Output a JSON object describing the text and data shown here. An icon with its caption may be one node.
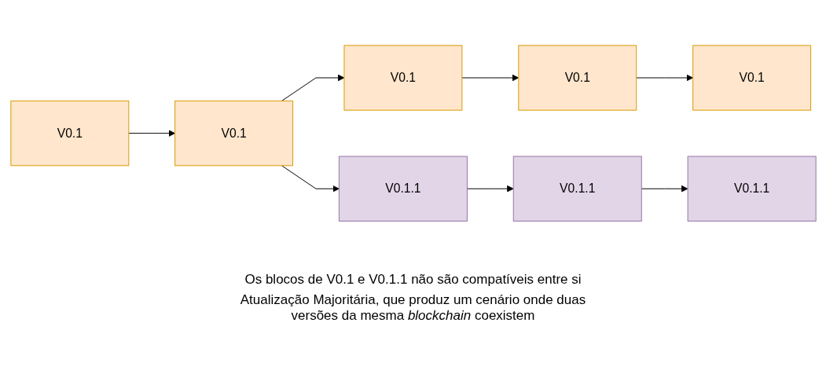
{
  "diagram": {
    "nodes": [
      {
        "text": [
          "V0.1"
        ]
      },
      {
        "text": [
          "V0.1"
        ]
      },
      {
        "text": [
          "V0.1"
        ]
      },
      {
        "text": [
          "V0.1"
        ]
      },
      {
        "text": [
          "V0.1"
        ]
      },
      {
        "text": [
          "V0.1.1"
        ]
      },
      {
        "text": [
          "V0.1.1"
        ]
      },
      {
        "text": [
          "V0.1.1"
        ]
      }
    ],
    "edges": [
      {
        "from": 0,
        "to": 1,
        "arrow": "to"
      },
      {
        "from": 1,
        "to": 2,
        "arrow": "to"
      },
      {
        "from": 1,
        "to": 5,
        "arrow": "to"
      },
      {
        "from": 2,
        "to": 3,
        "arrow": "to"
      },
      {
        "from": 3,
        "to": 4,
        "arrow": "to"
      },
      {
        "from": 5,
        "to": 6,
        "arrow": "to"
      },
      {
        "from": 6,
        "to": 7,
        "arrow": "to"
      }
    ],
    "labels": [
      "Os blocos de V0.1 e V0.1.1 não são compatíveis entre si",
      "Atualização Majoritária, que produz um cenário onde duas versões da mesma *blockchain* coexistem"
    ]
  }
}
